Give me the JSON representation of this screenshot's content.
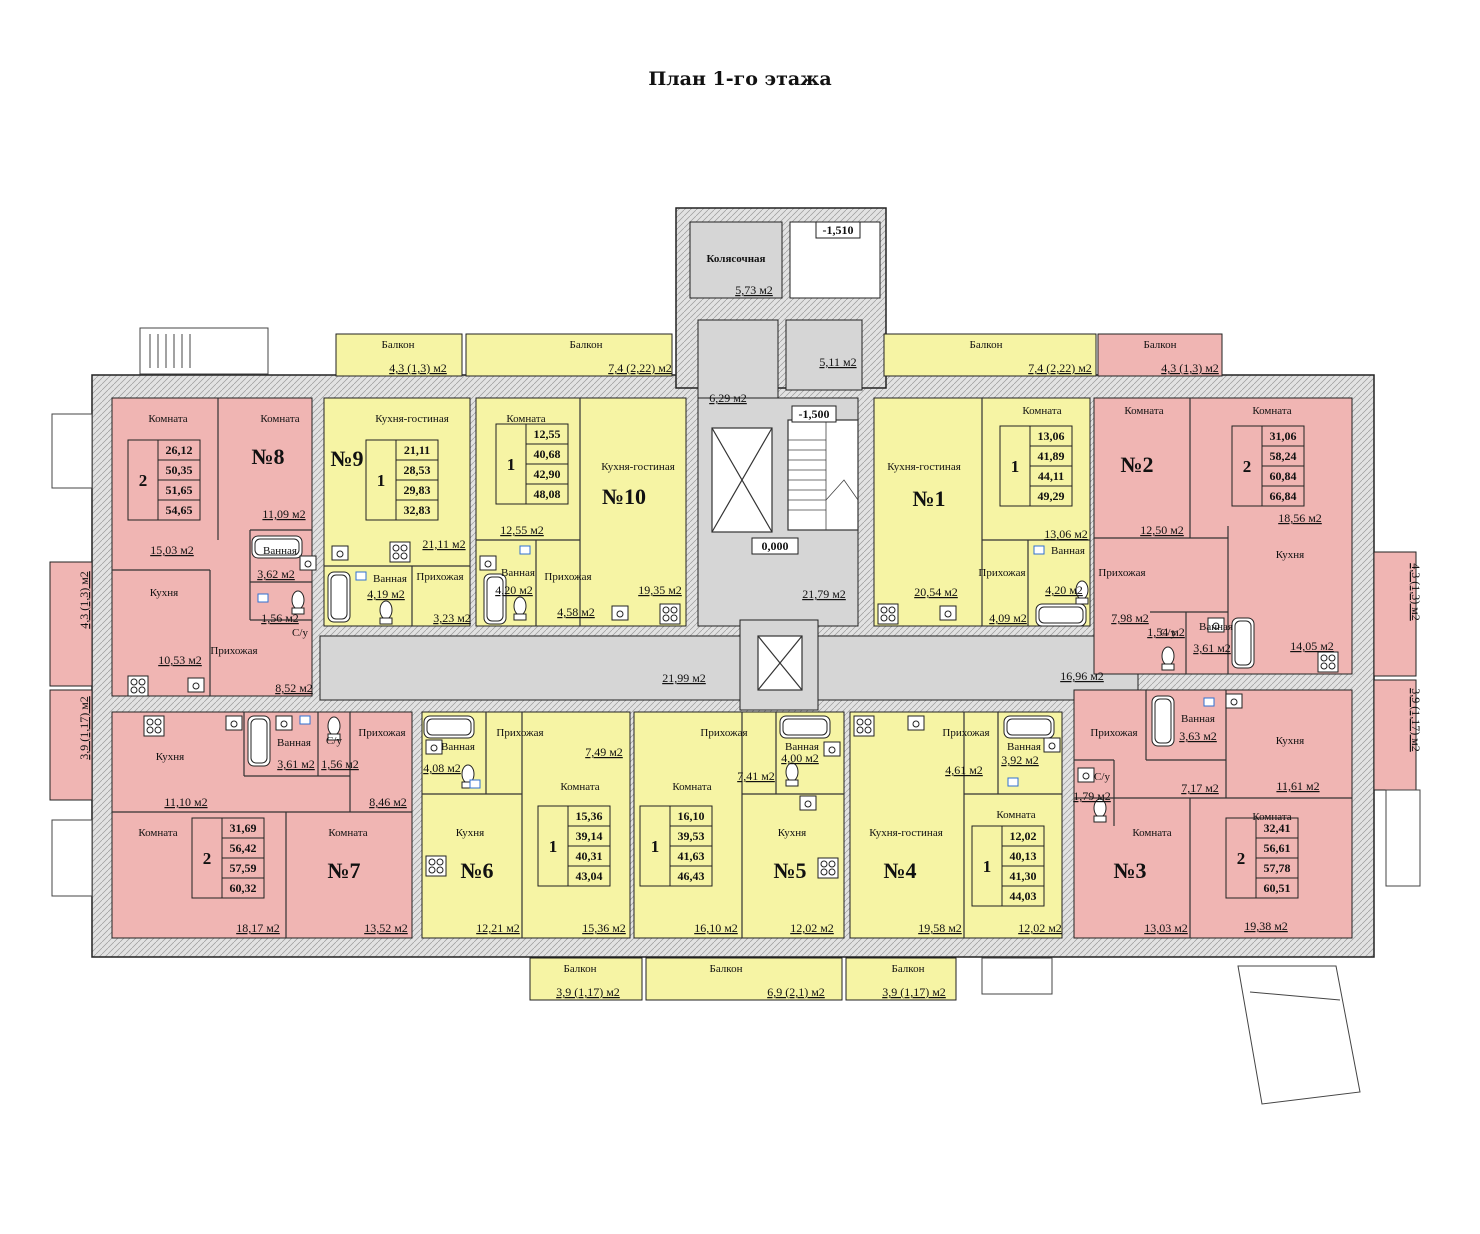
{
  "title": "План 1-го этажа",
  "colors": {
    "yellow": "#f6f4a4",
    "pink": "#f0b5b3",
    "common": "#d6d6d6",
    "wall": "#cfcfcf"
  },
  "levels": {
    "top": "-1,510",
    "stair": "-1,500",
    "floor": "0,000"
  },
  "common_areas": {
    "koliasochnaya": {
      "name": "Колясочная",
      "area": "5,73 м2"
    },
    "vestibule_a": "6,29 м2",
    "vestibule_b": "5,11 м2",
    "lift_hall": "21,79 м2",
    "corridor_left": "21,99 м2",
    "corridor_right": "16,96 м2"
  },
  "apartments": [
    {
      "no": "№1",
      "rooms": "1",
      "areas": [
        "13,06",
        "41,89",
        "44,11",
        "49,29"
      ],
      "fill": "yellow"
    },
    {
      "no": "№2",
      "rooms": "2",
      "areas": [
        "31,06",
        "58,24",
        "60,84",
        "66,84"
      ],
      "fill": "pink"
    },
    {
      "no": "№3",
      "rooms": "2",
      "areas": [
        "32,41",
        "56,61",
        "57,78",
        "60,51"
      ],
      "fill": "pink"
    },
    {
      "no": "№4",
      "rooms": "1",
      "areas": [
        "12,02",
        "40,13",
        "41,30",
        "44,03"
      ],
      "fill": "yellow"
    },
    {
      "no": "№5",
      "rooms": "1",
      "areas": [
        "16,10",
        "39,53",
        "41,63",
        "46,43"
      ],
      "fill": "yellow"
    },
    {
      "no": "№6",
      "rooms": "1",
      "areas": [
        "15,36",
        "39,14",
        "40,31",
        "43,04"
      ],
      "fill": "yellow"
    },
    {
      "no": "№7",
      "rooms": "2",
      "areas": [
        "31,69",
        "56,42",
        "57,59",
        "60,32"
      ],
      "fill": "pink"
    },
    {
      "no": "№8",
      "rooms": "2",
      "areas": [
        "26,12",
        "50,35",
        "51,65",
        "54,65"
      ],
      "fill": "pink"
    },
    {
      "no": "№9",
      "rooms": "1",
      "areas": [
        "21,11",
        "28,53",
        "29,83",
        "32,83"
      ],
      "fill": "yellow"
    },
    {
      "no": "№10",
      "rooms": "1",
      "areas": [
        "12,55",
        "40,68",
        "42,90",
        "48,08"
      ],
      "fill": "yellow"
    }
  ],
  "rooms": [
    {
      "id": "a8-room-1",
      "name": "Комната",
      "area": "15,03 м2"
    },
    {
      "id": "a8-room-2",
      "name": "Комната",
      "area": "11,09 м2"
    },
    {
      "id": "a8-kitchen",
      "name": "Кухня",
      "area": "10,53 м2"
    },
    {
      "id": "a8-bath",
      "name": "Ванная",
      "area": "3,62 м2"
    },
    {
      "id": "a8-wc",
      "name": "С/у",
      "area": "1,56 м2"
    },
    {
      "id": "a8-hall",
      "name": "Прихожая",
      "area": "8,52 м2"
    },
    {
      "id": "a9-living",
      "name": "Кухня-гостиная",
      "area": "21,11 м2"
    },
    {
      "id": "a9-bath",
      "name": "Ванная",
      "area": "4,19 м2"
    },
    {
      "id": "a9-hall",
      "name": "Прихожая",
      "area": "3,23 м2"
    },
    {
      "id": "a10-room",
      "name": "Комната",
      "area": "12,55 м2"
    },
    {
      "id": "a10-living",
      "name": "Кухня-гостиная",
      "area": "19,35 м2"
    },
    {
      "id": "a10-bath",
      "name": "Ванная",
      "area": "4,20 м2"
    },
    {
      "id": "a10-hall",
      "name": "Прихожая",
      "area": "4,58 м2"
    },
    {
      "id": "a1-living",
      "name": "Кухня-гостиная",
      "area": "20,54 м2"
    },
    {
      "id": "a1-room",
      "name": "Комната",
      "area": "13,06 м2"
    },
    {
      "id": "a1-bath",
      "name": "Ванная",
      "area": "4,20 м2"
    },
    {
      "id": "a1-hall",
      "name": "Прихожая",
      "area": "4,09 м2"
    },
    {
      "id": "a2-room-1",
      "name": "Комната",
      "area": "12,50 м2"
    },
    {
      "id": "a2-room-2",
      "name": "Комната",
      "area": "18,56 м2"
    },
    {
      "id": "a2-hall",
      "name": "Прихожая",
      "area": "7,98 м2"
    },
    {
      "id": "a2-wc",
      "name": "С/у",
      "area": "1,54 м2"
    },
    {
      "id": "a2-bath",
      "name": "Ванная",
      "area": "3,61 м2"
    },
    {
      "id": "a2-kitchen",
      "name": "Кухня",
      "area": "14,05 м2"
    },
    {
      "id": "a7-kitchen",
      "name": "Кухня",
      "area": "11,10 м2"
    },
    {
      "id": "a7-bath",
      "name": "Ванная",
      "area": "3,61 м2"
    },
    {
      "id": "a7-wc",
      "name": "С/у",
      "area": "1,56 м2"
    },
    {
      "id": "a7-hall",
      "name": "Прихожая",
      "area": "8,46 м2"
    },
    {
      "id": "a7-room-1",
      "name": "Комната",
      "area": "18,17 м2"
    },
    {
      "id": "a7-room-2",
      "name": "Комната",
      "area": "13,52 м2"
    },
    {
      "id": "a6-bath",
      "name": "Ванная",
      "area": "4,08 м2"
    },
    {
      "id": "a6-hall",
      "name": "Прихожая",
      "area": "7,49 м2"
    },
    {
      "id": "a6-kitchen",
      "name": "Кухня",
      "area": "12,21 м2"
    },
    {
      "id": "a6-room",
      "name": "Комната",
      "area": "15,36 м2"
    },
    {
      "id": "a5-hall",
      "name": "Прихожая",
      "area": "7,41 м2"
    },
    {
      "id": "a5-bath",
      "name": "Ванная",
      "area": "4,00 м2"
    },
    {
      "id": "a5-room",
      "name": "Комната",
      "area": "16,10 м2"
    },
    {
      "id": "a5-kitchen",
      "name": "Кухня",
      "area": "12,02 м2"
    },
    {
      "id": "a4-living",
      "name": "Кухня-гостиная",
      "area": "19,58 м2"
    },
    {
      "id": "a4-hall",
      "name": "Прихожая",
      "area": "4,61 м2"
    },
    {
      "id": "a4-bath",
      "name": "Ванная",
      "area": "3,92 м2"
    },
    {
      "id": "a4-room",
      "name": "Комната",
      "area": "12,02 м2"
    },
    {
      "id": "a3-bath",
      "name": "Ванная",
      "area": "3,63 м2"
    },
    {
      "id": "a3-hall",
      "name": "Прихожая",
      "area": "7,17 м2"
    },
    {
      "id": "a3-wc",
      "name": "С/у",
      "area": "1,79 м2"
    },
    {
      "id": "a3-kitchen",
      "name": "Кухня",
      "area": "11,61 м2"
    },
    {
      "id": "a3-room-1",
      "name": "Комната",
      "area": "13,03 м2"
    },
    {
      "id": "a3-room-2",
      "name": "Комната",
      "area": "19,38 м2"
    }
  ],
  "balconies": [
    {
      "id": "b-top-1",
      "name": "Балкон",
      "area": "4,3 (1,3) м2"
    },
    {
      "id": "b-top-2",
      "name": "Балкон",
      "area": "7,4 (2,22) м2"
    },
    {
      "id": "b-top-3",
      "name": "Балкон",
      "area": "7,4 (2,22) м2"
    },
    {
      "id": "b-top-4",
      "name": "Балкон",
      "area": "4,3 (1,3) м2"
    },
    {
      "id": "b-bot-1",
      "name": "Балкон",
      "area": "3,9 (1,17) м2"
    },
    {
      "id": "b-bot-2",
      "name": "Балкон",
      "area": "6,9 (2,1) м2"
    },
    {
      "id": "b-bot-3",
      "name": "Балкон",
      "area": "3,9 (1,17) м2"
    },
    {
      "id": "b-left-1",
      "area": "4,3 (1,3) м2"
    },
    {
      "id": "b-left-2",
      "area": "3,9 (1,17) м2"
    },
    {
      "id": "b-right-1",
      "area": "4,3 (1,3) м2"
    },
    {
      "id": "b-right-2",
      "area": "3,9 (1,17) м2"
    }
  ]
}
